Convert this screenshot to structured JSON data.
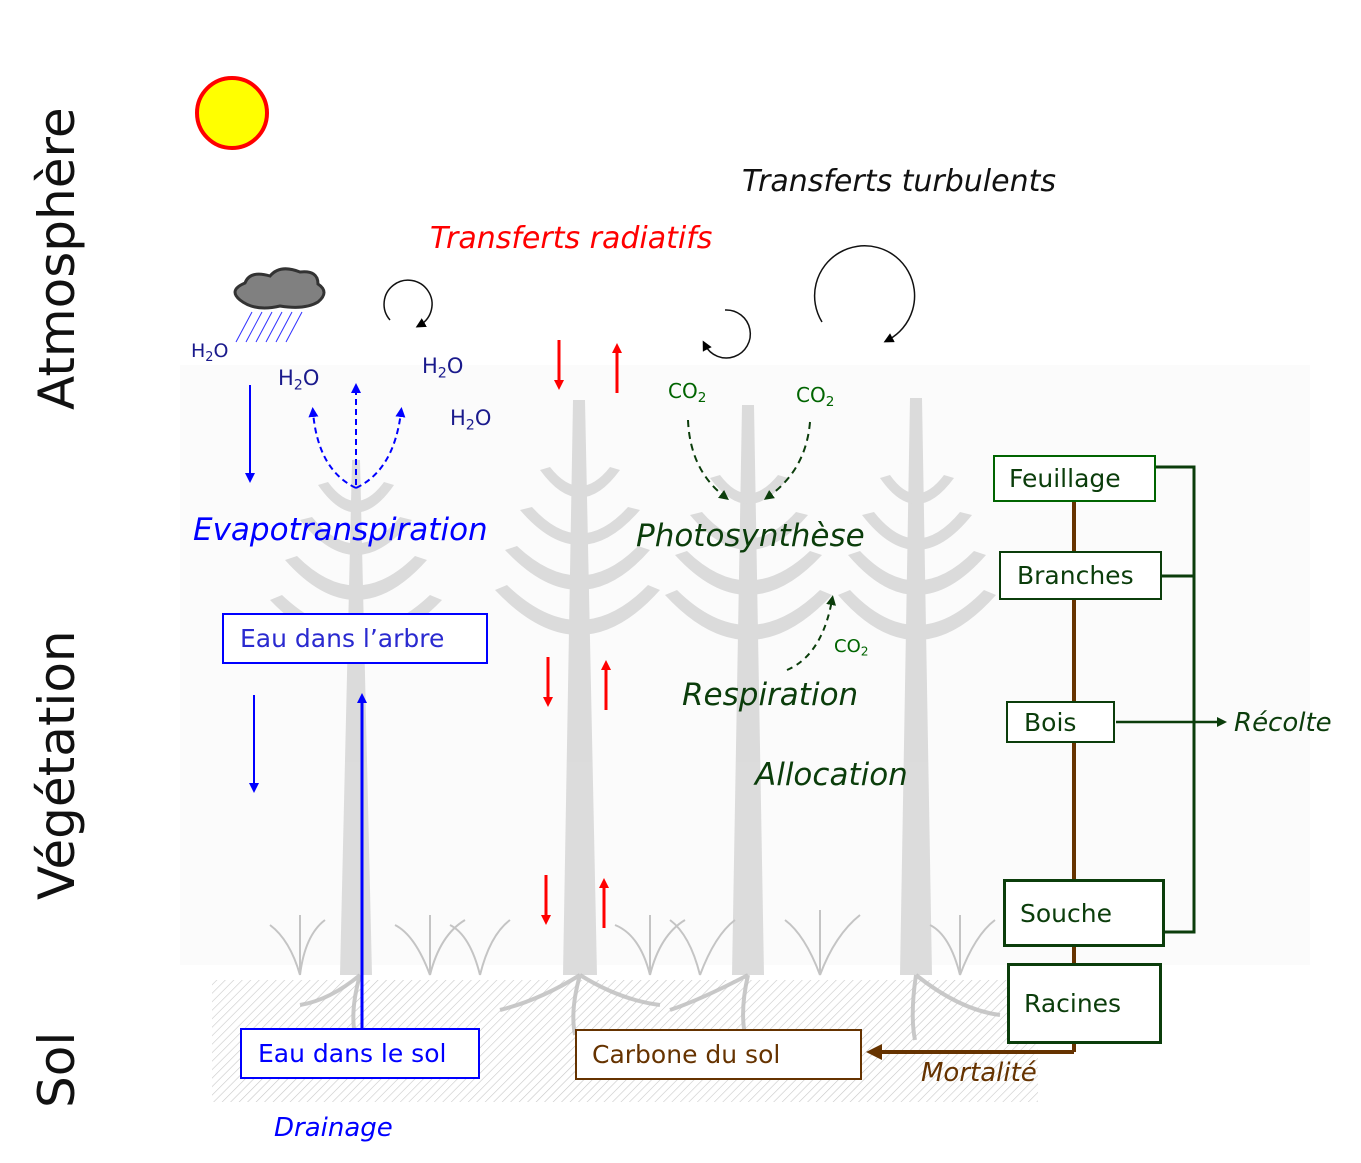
{
  "layers": {
    "atmosphere": "Atmosphère",
    "vegetation": "Végétation",
    "soil": "Sol"
  },
  "processes": {
    "turbulent": "Transferts turbulents",
    "radiative": "Transferts radiatifs",
    "evapotranspiration": "Evapotranspiration",
    "photosynthesis": "Photosynthèse",
    "respiration": "Respiration",
    "allocation": "Allocation",
    "harvest": "Récolte",
    "mortality": "Mortalité",
    "drainage": "Drainage"
  },
  "molecules": {
    "water": {
      "base": "H",
      "sub": "2",
      "tail": "O"
    },
    "co2": {
      "base": "CO",
      "sub": "2"
    }
  },
  "pools": {
    "water_tree": "Eau dans l’arbre",
    "water_soil": "Eau dans le sol",
    "soil_carbon": "Carbone du sol",
    "foliage": "Feuillage",
    "branches": "Branches",
    "wood": "Bois",
    "stump": "Souche",
    "roots": "Racines"
  },
  "colors": {
    "water": "#0000ff",
    "water_dark": "#1a1a8c",
    "radiation": "#ff0000",
    "carbon": "#0b3d0b",
    "carbon_mid": "#006400",
    "mortality": "#663300",
    "sun_fill": "#ffff00",
    "sun_stroke": "#ff0000"
  }
}
